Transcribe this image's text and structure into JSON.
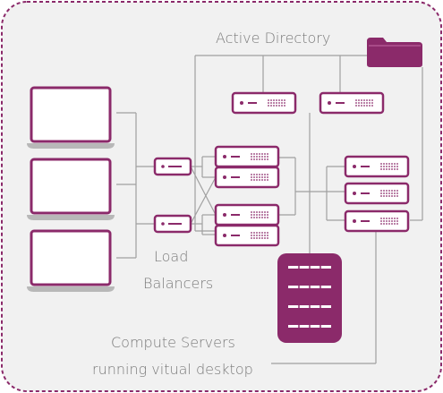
{
  "labels": {
    "active_directory": "Active Directory",
    "load_balancers_line1": "Load",
    "load_balancers_line2": "Balancers",
    "compute_line1": "Compute Servers",
    "compute_line2": "running vitual desktop"
  },
  "colors": {
    "accent": "#8b2a6a",
    "frame": "#8b2a6a",
    "line": "#a0a0a0",
    "text": "#7a7a7a",
    "background": "#f1f1f1"
  },
  "icons": [
    "laptop-icon",
    "server-icon",
    "folder-icon",
    "storage-icon"
  ]
}
